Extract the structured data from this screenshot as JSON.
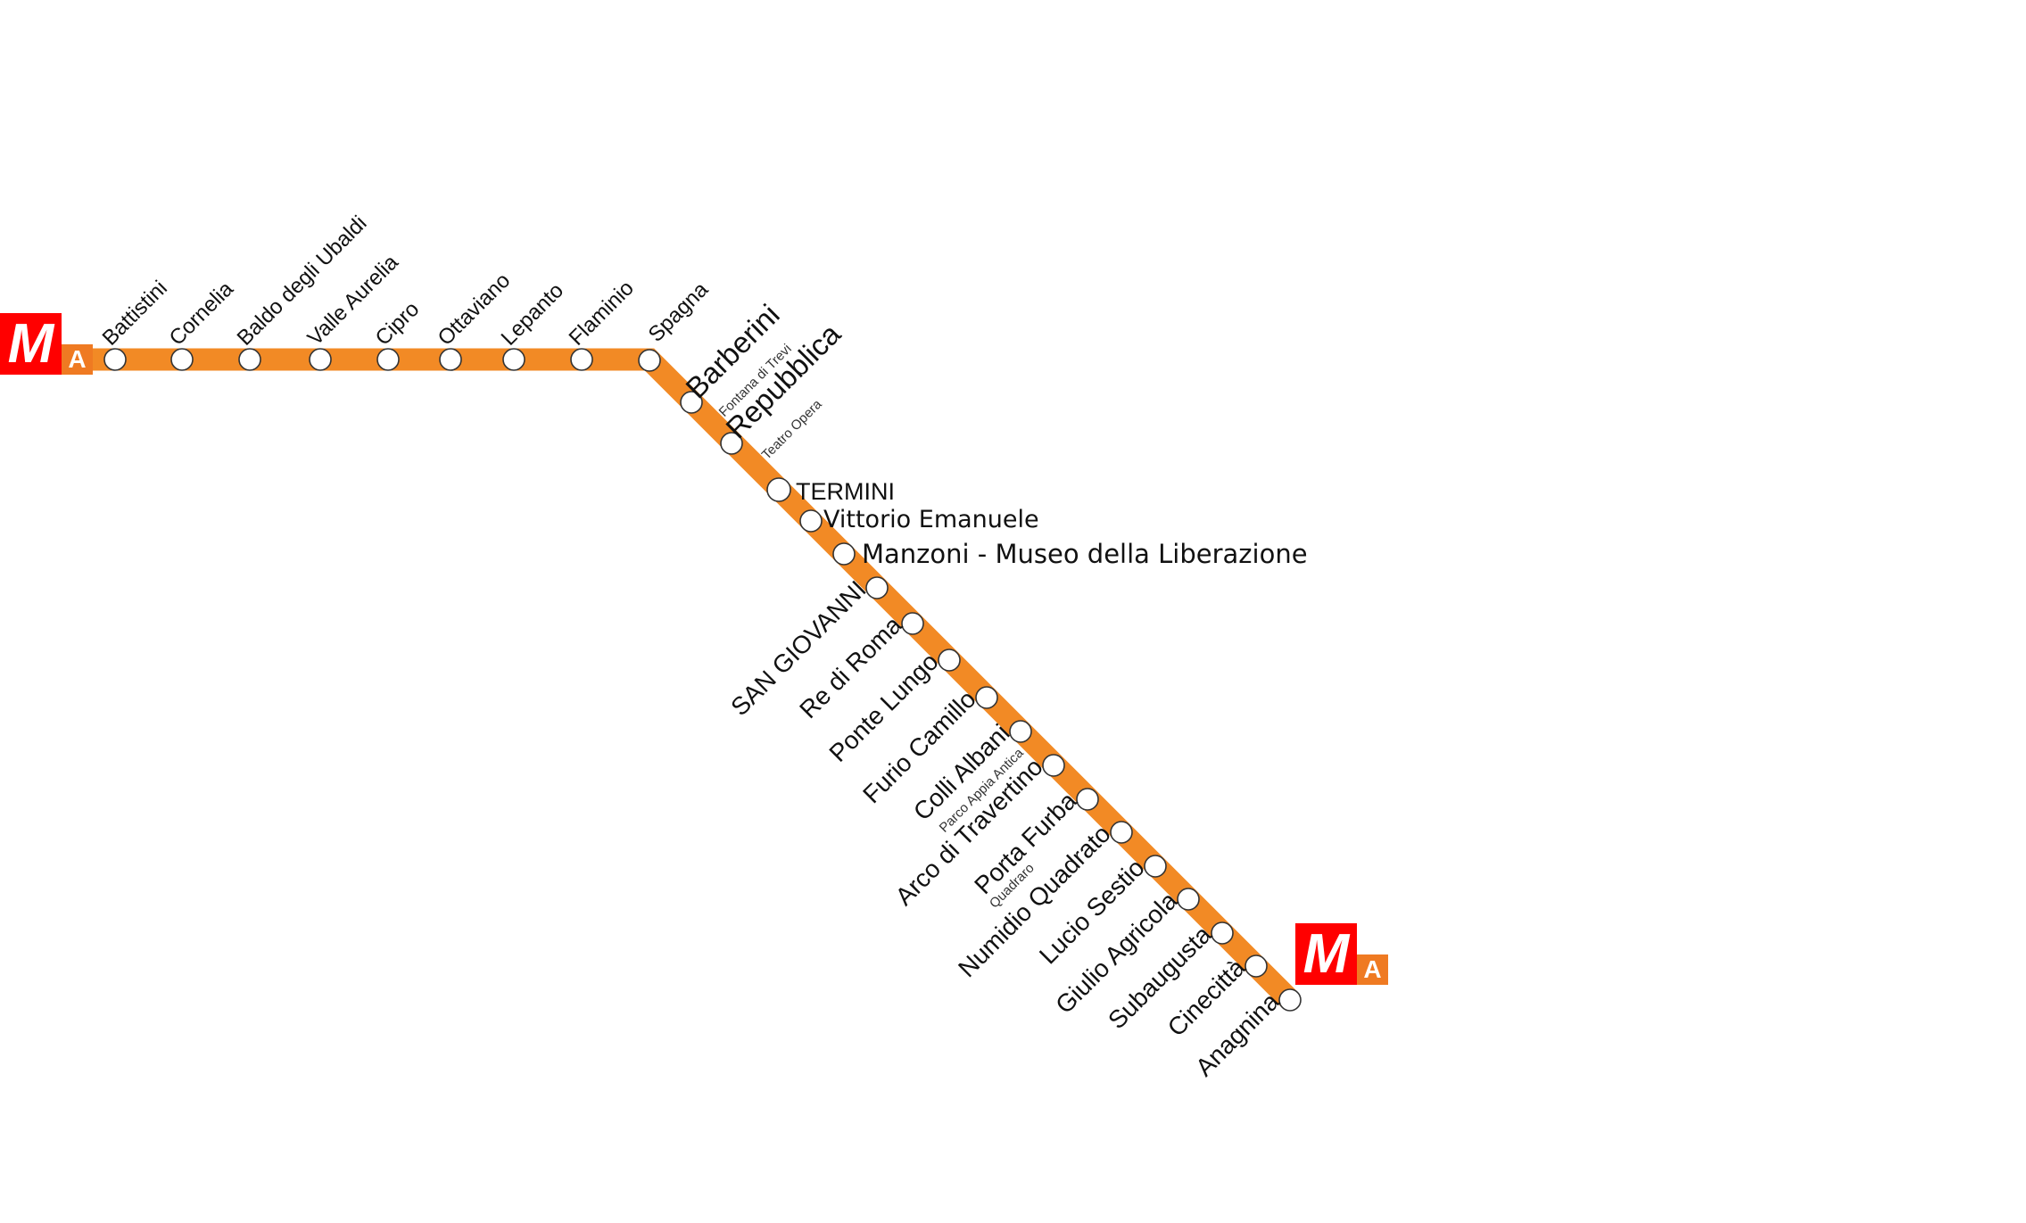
{
  "line": {
    "name": "A",
    "color": "#f28a25",
    "logo": {
      "m": "M",
      "a": "A",
      "m_color": "#ff0000",
      "a_color": "#ef7a22"
    }
  },
  "stations": {
    "battistini": "Battistini",
    "cornelia": "Cornelia",
    "baldo": "Baldo degli Ubaldi",
    "valle_aurelia": "Valle Aurelia",
    "cipro": "Cipro",
    "ottaviano": "Ottaviano",
    "lepanto": "Lepanto",
    "flaminio": "Flaminio",
    "spagna": "Spagna",
    "barberini": "Barberini",
    "barberini_sub": "Fontana di Trevi",
    "repubblica": "Repubblica",
    "repubblica_sub": "Teatro Opera",
    "termini": "TERMINI",
    "vittorio": "Vittorio Emanuele",
    "manzoni": "Manzoni - Museo della Liberazione",
    "san_giovanni": "SAN GIOVANNI",
    "re_di_roma": "Re di Roma",
    "ponte_lungo": "Ponte Lungo",
    "furio_camillo": "Furio Camillo",
    "colli_albani": "Colli Albani",
    "colli_albani_sub": "Parco Appia Antica",
    "arco_travertino": "Arco di Travertino",
    "porta_furba": "Porta Furba",
    "porta_furba_sub": "Quadraro",
    "numidio": "Numidio Quadrato",
    "lucio_sestio": "Lucio Sestio",
    "giulio_agricola": "Giulio Agricola",
    "subaugusta": "Subaugusta",
    "cinecitta": "Cinecittà",
    "anagnina": "Anagnina"
  }
}
